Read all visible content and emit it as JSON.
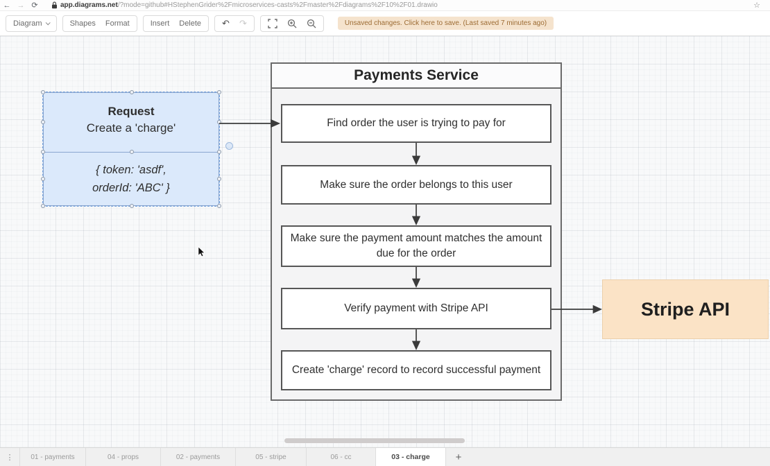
{
  "browser": {
    "url": {
      "domain": "app.diagrams.net",
      "path": "/?mode=github#HStephenGrider%2Fmicroservices-casts%2Fmaster%2Fdiagrams%2F10%2F01.drawio"
    },
    "icons": {
      "back": "←",
      "forward": "→",
      "reload": "⟳",
      "bookmark": "☆"
    }
  },
  "toolbar": {
    "diagram_menu": "Diagram",
    "shapes": "Shapes",
    "format": "Format",
    "insert": "Insert",
    "delete": "Delete",
    "icons": {
      "undo": "↶",
      "redo": "↷"
    },
    "status_message": "Unsaved changes. Click here to save. (Last saved 7 minutes ago)"
  },
  "diagram": {
    "container_title": "Payments Service",
    "steps": [
      "Find order the user is trying to pay for",
      "Make sure the order belongs to this user",
      "Make sure the payment amount matches the amount due for the order",
      "Verify payment with Stripe API",
      "Create 'charge' record to record successful payment"
    ],
    "request": {
      "title": "Request",
      "subtitle": "Create a 'charge'",
      "payload_line1": "{ token: 'asdf',",
      "payload_line2": "orderId: 'ABC' }"
    },
    "external_service": "Stripe API",
    "colors": {
      "request_fill": "#dbe9fb",
      "request_border": "#8aa6cf",
      "external_fill": "#fbe3c6",
      "container_fill": "#f4f4f5",
      "step_fill": "#ffffff",
      "arrow": "#3b3b3b",
      "selection": "#74a3e0"
    }
  },
  "pages": {
    "menu_icon": "⋮",
    "tabs": [
      "01 - payments",
      "04 - props",
      "02 - payments",
      "05 - stripe",
      "06 - cc",
      "03 - charge"
    ],
    "active_tab": "03 - charge",
    "add_label": "+"
  }
}
